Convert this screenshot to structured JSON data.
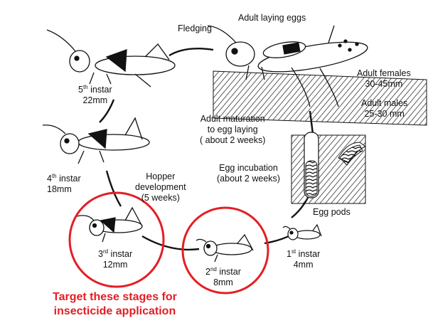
{
  "stages": {
    "fledging": "Fledging",
    "adult_laying": "Adult laying eggs",
    "adult_females": [
      "Adult females",
      "30-45mm"
    ],
    "adult_males": [
      "Adult males",
      "25-30 mm"
    ],
    "maturation": [
      "Adult maturation",
      "to egg laying",
      "( about 2 weeks)"
    ],
    "incubation": [
      "Egg incubation",
      "(about 2 weeks)"
    ],
    "egg_pods": "Egg pods",
    "hopper_dev": [
      "Hopper",
      "development",
      "(5 weeks)"
    ],
    "instar5": {
      "num": "5",
      "sup": "th",
      "word": " instar",
      "size": "22mm"
    },
    "instar4": {
      "num": "4",
      "sup": "th",
      "word": " instar",
      "size": "18mm"
    },
    "instar3": {
      "num": "3",
      "sup": "rd",
      "word": " instar",
      "size": "12mm"
    },
    "instar2": {
      "num": "2",
      "sup": "nd",
      "word": " instar",
      "size": "8mm"
    },
    "instar1": {
      "num": "1",
      "sup": "st",
      "word": " instar",
      "size": "4mm"
    }
  },
  "callout": [
    "Target these stages for",
    "insecticide application"
  ],
  "colors": {
    "highlight": "#e31e24",
    "ink": "#111111"
  }
}
